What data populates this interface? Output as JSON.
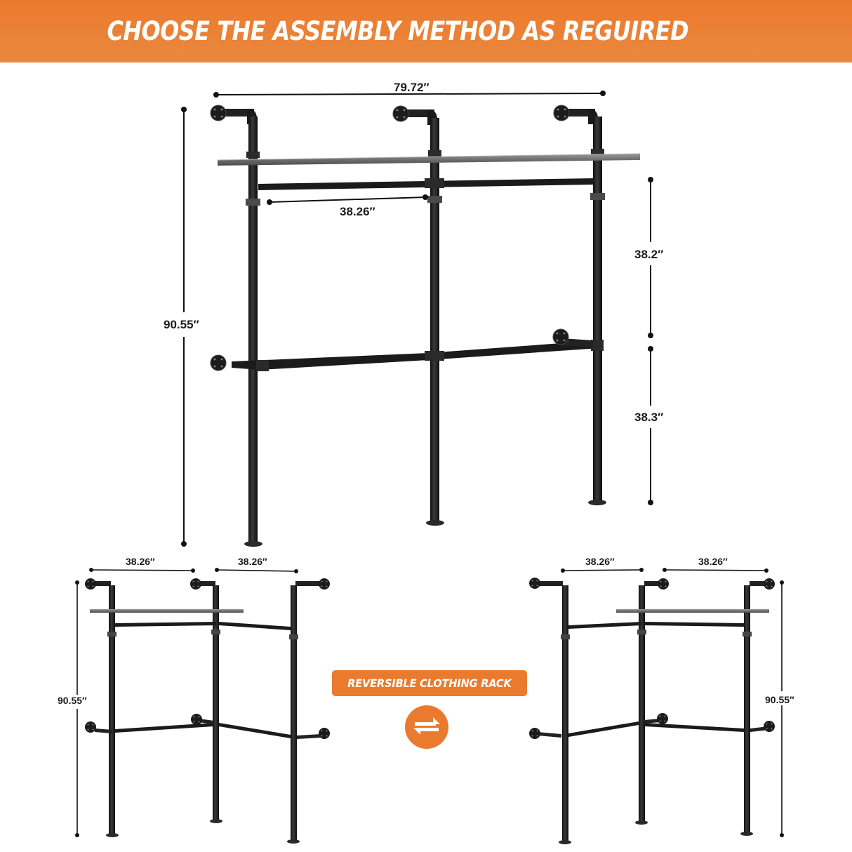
{
  "header": {
    "title": "CHOOSE THE ASSEMBLY METHOD AS REGUIRED",
    "background_color": "#ec7a2c"
  },
  "main_rack": {
    "width_total": "79.72″",
    "section_width": "38.26″",
    "height_total": "90.55″",
    "upper_gap": "38.2″",
    "lower_gap": "38.3″"
  },
  "left_rack": {
    "section_width_1": "38.26″",
    "section_width_2": "38.26″",
    "height_total": "90.55″"
  },
  "right_rack": {
    "section_width_1": "38.26″",
    "section_width_2": "38.26″",
    "height_total": "90.55″"
  },
  "center": {
    "badge_label": "REVERSIBLE CLOTHING RACK",
    "swap_icon": "swap-arrows-icon",
    "accent_color": "#ea7a2d"
  },
  "colors": {
    "pipe": "#1f1f1f",
    "shelf": "#7a7a7a",
    "dimension_line": "#111111"
  }
}
